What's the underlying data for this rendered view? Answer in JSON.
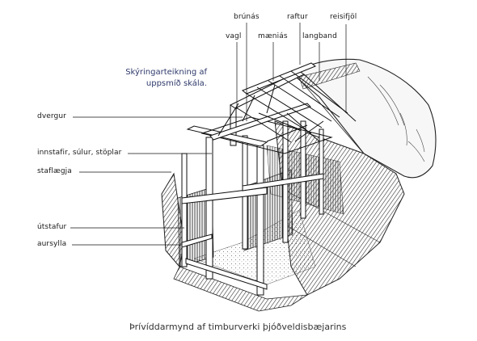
{
  "note": {
    "line1": "Skýringarteikning af",
    "line2": "uppsmíð skála."
  },
  "labels": {
    "brunas": "brúnás",
    "raftur": "raftur",
    "reisifjol": "reisifjöl",
    "vagl": "vagl",
    "maenias": "mæniás",
    "langband": "langband",
    "dvergur": "dvergur",
    "innstafir": "innstafir, súlur, stöplar",
    "staflaegja": "staflægja",
    "utstafur": "útstafur",
    "aursylla": "aursylla"
  },
  "caption": "Þrívíddarmynd af timburverki þjóðveldisbæjarins",
  "colors": {
    "ink": "#1a1a1a",
    "note": "#2f3a6b"
  }
}
